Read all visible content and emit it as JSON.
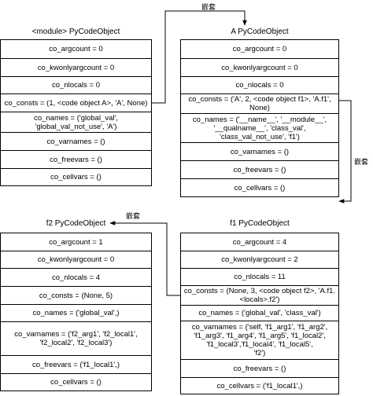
{
  "annotations": {
    "nested_top": "嵌套",
    "nested_right": "嵌套",
    "nested_middle": "嵌套"
  },
  "module_obj": {
    "title": "<module> PyCodeObject",
    "rows": [
      "co_argcount = 0",
      "co_kwonlyargcount = 0",
      "co_nlocals = 0",
      "co_consts = (1, <code object A>, 'A', None)",
      "co_names = ('global_val',\n'global_val_not_use', 'A')",
      "co_varnames = ()",
      "co_freevars = ()",
      "co_cellvars = ()"
    ]
  },
  "a_obj": {
    "title": "A PyCodeObject",
    "rows": [
      "co_argcount = 0",
      "co_kwonlyargcount = 0",
      "co_nlocals = 0",
      "co_consts = ('A', 2,    <code object f1>, 'A.f1',\nNone)",
      "co_names = ('__name__', '__module__',\n'__qualname__', 'class_val',\n'class_val_not_use', 'f1')",
      "co_varnames = ()",
      "co_freevars = ()",
      "co_cellvars = ()"
    ]
  },
  "f1_obj": {
    "title": "f1 PyCodeObject",
    "rows": [
      "co_argcount = 4",
      "co_kwonlyargcount = 2",
      "co_nlocals = 11",
      "co_consts = (None, 3,  <code object f2>, 'A.f1.\n<locals>.f2')",
      "co_names = ('global_val', 'class_val')",
      "co_varnames = ('self, 'f1_arg1', 'f1_arg2',\n'f1_arg3', 'f1_arg4', 'f1_arg5', 'f1_local2',\n'f1_local3','f1_local4', 'f1_local5',\n'f2')",
      "co_freevars = ()",
      "co_cellvars = ('f1_local1',)"
    ]
  },
  "f2_obj": {
    "title": "f2 PyCodeObject",
    "rows": [
      "co_argcount = 1",
      "co_kwonlyargcount = 0",
      "co_nlocals = 4",
      "co_consts = (None, 5)",
      "co_names = ('global_val',)",
      "co_varnames = ('f2_arg1', 'f2_local1',\n'f2_local2', 'f2_local3')",
      "co_freevars = ('f1_local1',)",
      "co_cellvars = ()"
    ]
  }
}
